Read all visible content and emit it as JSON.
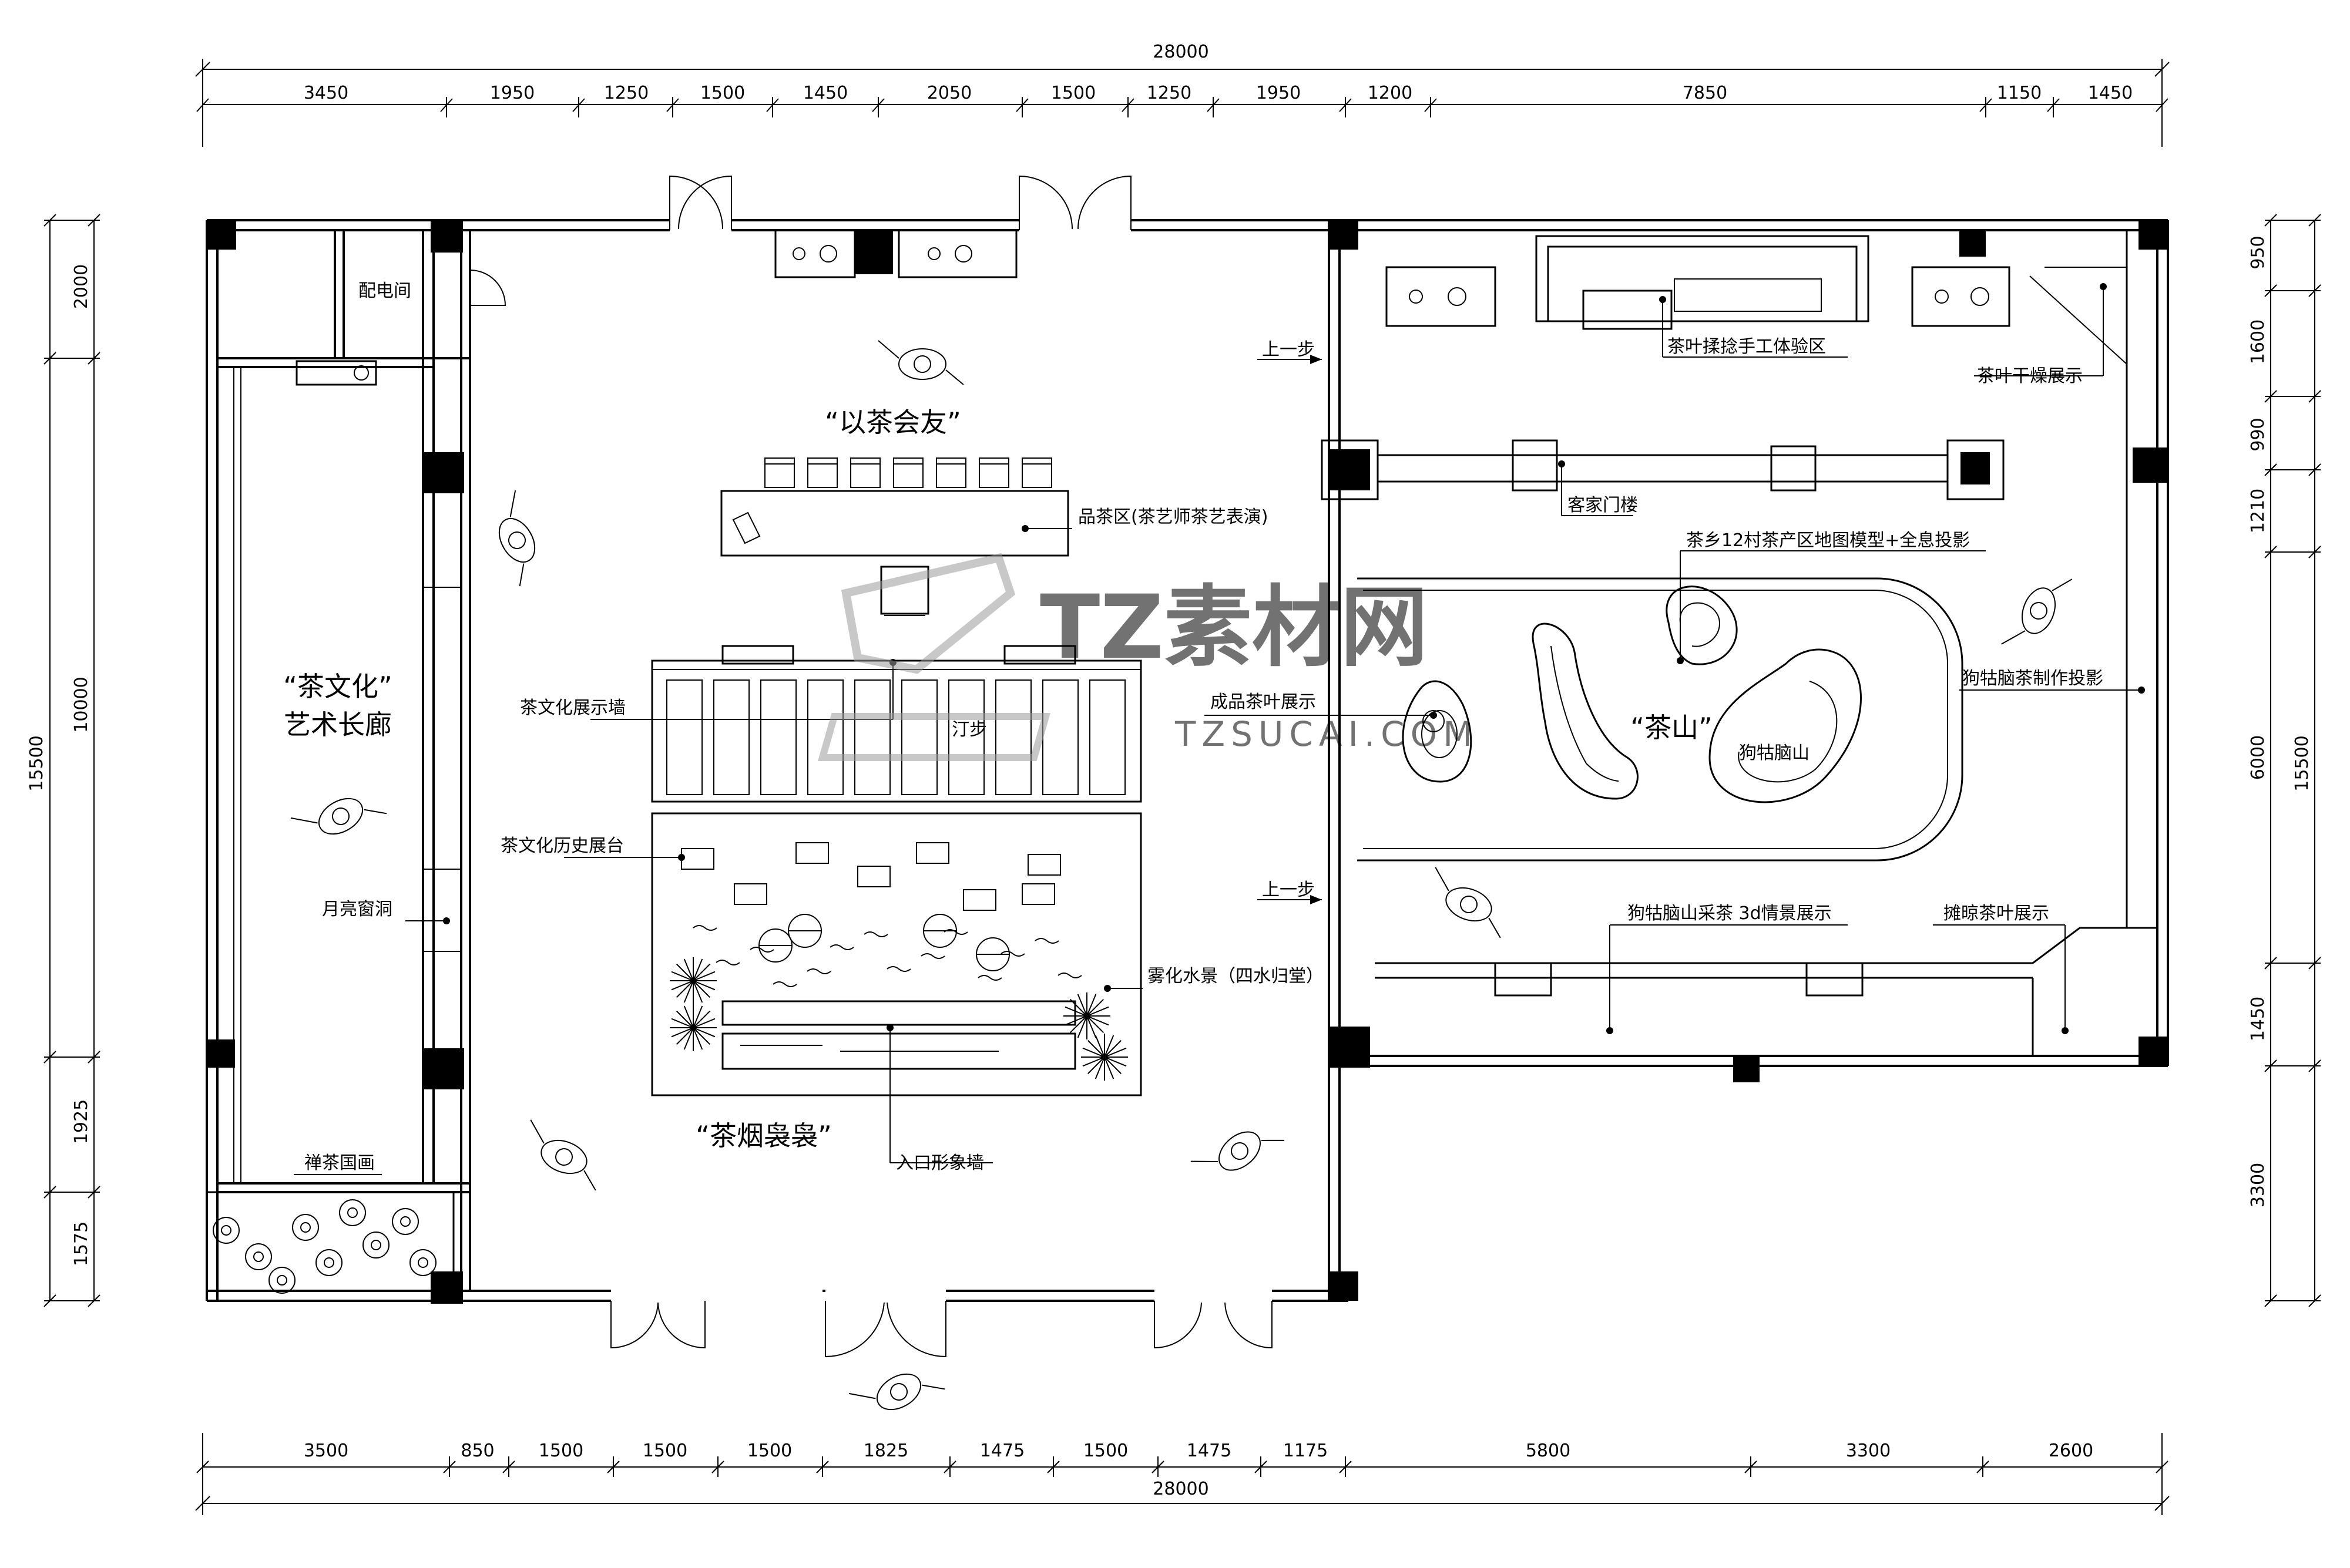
{
  "dimensions": {
    "top_total": "28000",
    "top": [
      "3450",
      "1950",
      "1250",
      "1500",
      "1450",
      "2050",
      "1500",
      "1250",
      "1950",
      "1200",
      "7850",
      "1150",
      "1450"
    ],
    "bottom_total": "28000",
    "bottom": [
      "3500",
      "850",
      "1500",
      "1500",
      "1500",
      "1825",
      "1475",
      "1500",
      "1475",
      "1175",
      "5800",
      "3300",
      "2600"
    ],
    "left_total": "15500",
    "left": [
      "2000",
      "10000",
      "1925",
      "1575"
    ],
    "right_total": "15500",
    "right": [
      "950",
      "1600",
      "990",
      "1210",
      "6000",
      "1450",
      "3300"
    ]
  },
  "zones": {
    "art_corridor_line1": "“茶文化”",
    "art_corridor_line2": "艺术长廊",
    "tea_friends": "“以茶会友”",
    "tea_smoke": "“茶烟袅袅”",
    "tea_mountain": "“茶山”"
  },
  "labels": {
    "power_room": "配电间",
    "tasting_area": "品茶区(茶艺师茶艺表演)",
    "culture_wall": "茶文化展示墙",
    "ding_step": "汀步",
    "history_platform": "茶文化历史展台",
    "moon_window": "月亮窗洞",
    "mist_water": "雾化水景（四水归堂）",
    "zen_painting": "禅茶国画",
    "entrance_wall": "入口形象墙",
    "step_up_1": "上一步",
    "step_up_2": "上一步",
    "rolling_area": "茶叶揉捻手工体验区",
    "drying_display": "茶叶干燥展示",
    "hakka_gate": "客家门楼",
    "village_map": "茶乡12村茶产区地图模型+全息投影",
    "tea_display": "成品茶叶展示",
    "mountain_name": "狗牯脑山",
    "making_projection": "狗牯脑茶制作投影",
    "picking_3d": "狗牯脑山采茶 3d情景展示",
    "spreading_display": "摊晾茶叶展示"
  },
  "watermark": {
    "main": "TZ素材网",
    "sub": "TZSUCAI.COM"
  }
}
